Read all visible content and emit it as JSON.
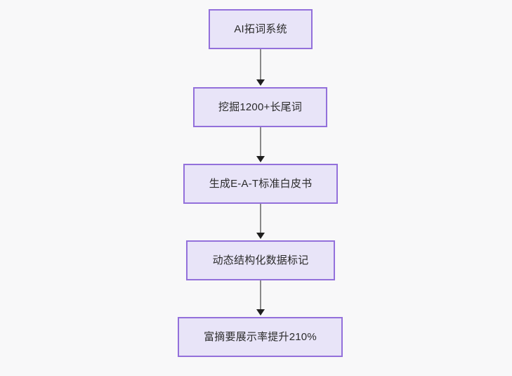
{
  "diagram": {
    "type": "flowchart",
    "direction": "top-to-bottom",
    "background_color": "#f8f8f9",
    "node_fill_color": "#e8e4f8",
    "node_border_color": "#9370db",
    "text_color": "#2b2b2b",
    "edge_color": "#8a8a8a",
    "arrowhead_color": "#1f1f1f",
    "nodes": [
      {
        "id": "n0",
        "label": "AI拓词系统"
      },
      {
        "id": "n1",
        "label": "挖掘1200+长尾词"
      },
      {
        "id": "n2",
        "label": "生成E-A-T标准白皮书"
      },
      {
        "id": "n3",
        "label": "动态结构化数据标记"
      },
      {
        "id": "n4",
        "label": "富摘要展示率提升210%"
      }
    ],
    "edges": [
      {
        "from": "n0",
        "to": "n1",
        "label": "",
        "arrow": "arrow-down-icon"
      },
      {
        "from": "n1",
        "to": "n2",
        "label": "",
        "arrow": "arrow-down-icon"
      },
      {
        "from": "n2",
        "to": "n3",
        "label": "",
        "arrow": "arrow-down-icon"
      },
      {
        "from": "n3",
        "to": "n4",
        "label": "",
        "arrow": "arrow-down-icon"
      }
    ]
  }
}
